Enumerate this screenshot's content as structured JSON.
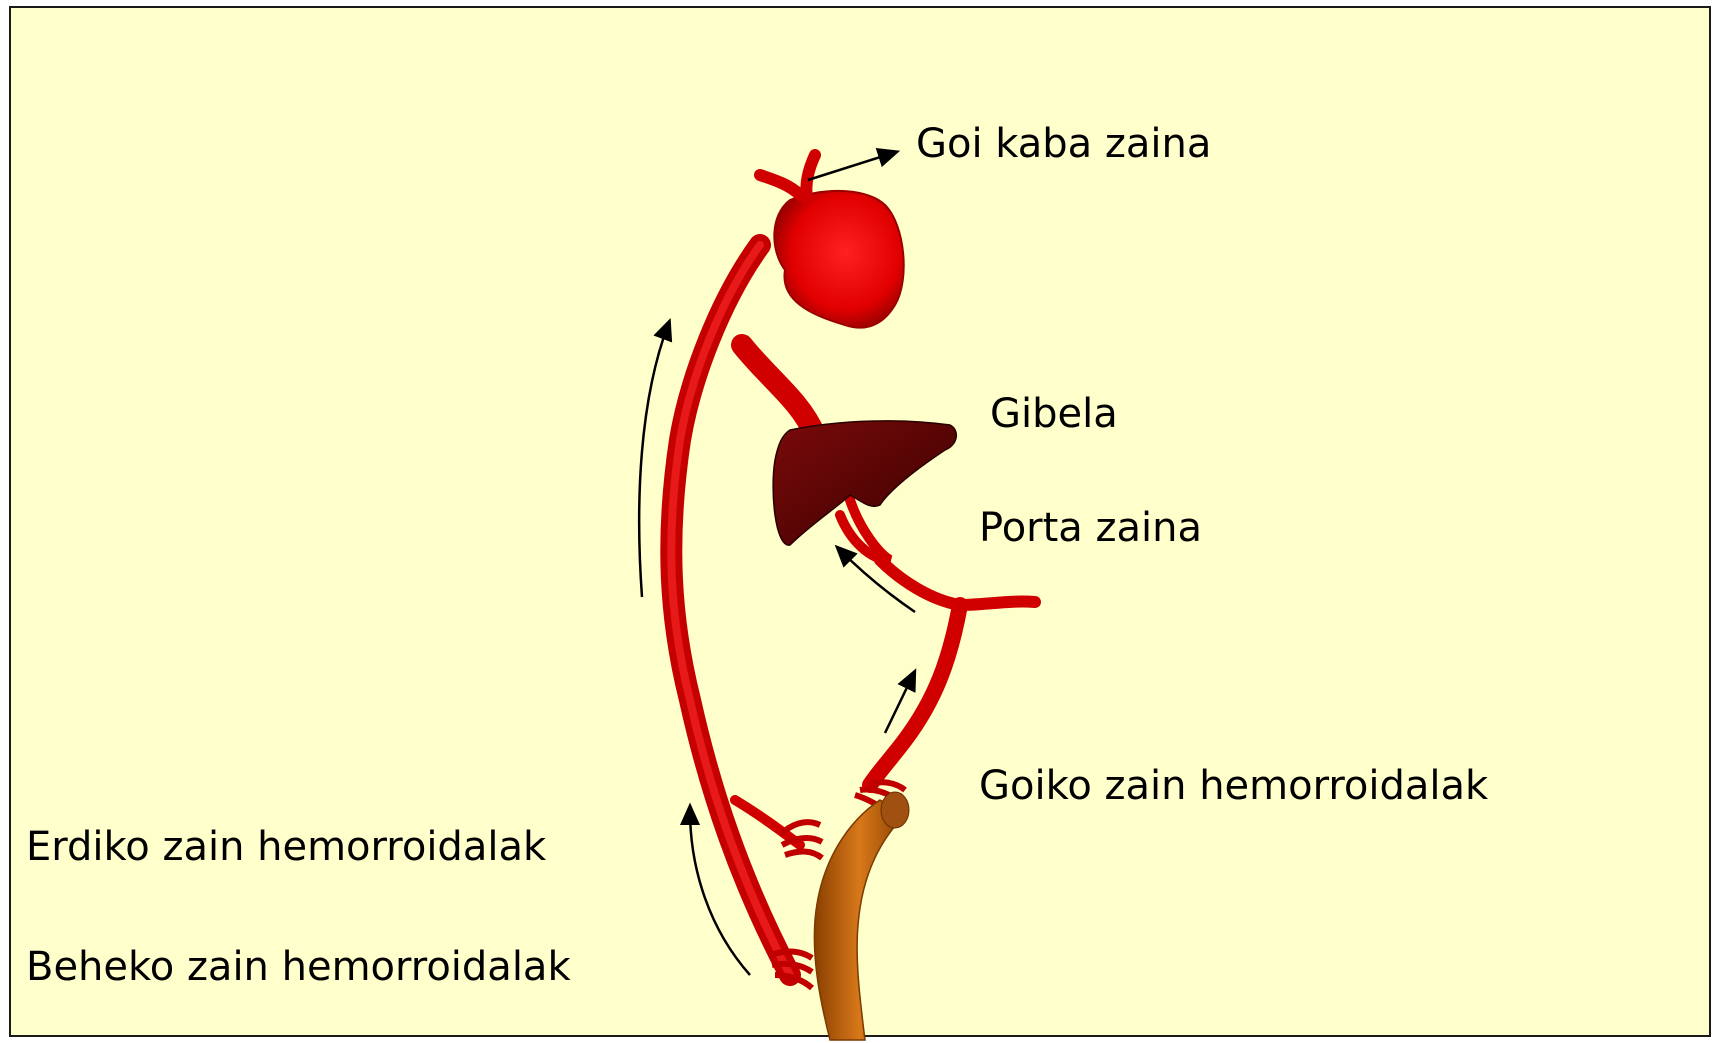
{
  "labels": {
    "superior_vena_cava": "Goi kaba zaina",
    "liver": "Gibela",
    "portal_vein": "Porta zaina",
    "superior_hemorrhoidal_veins": "Goiko zain hemorroidalak",
    "middle_hemorrhoidal_veins": "Erdiko zain hemorroidalak",
    "inferior_hemorrhoidal_veins": "Beheko zain hemorroidalak"
  },
  "colors": {
    "background": "#ffffcc",
    "vessel": "#e00000",
    "vessel_dark": "#a00000",
    "heart": "#ee0000",
    "liver": "#5a0000",
    "rectum": "#c06010",
    "arrow": "#000000"
  }
}
